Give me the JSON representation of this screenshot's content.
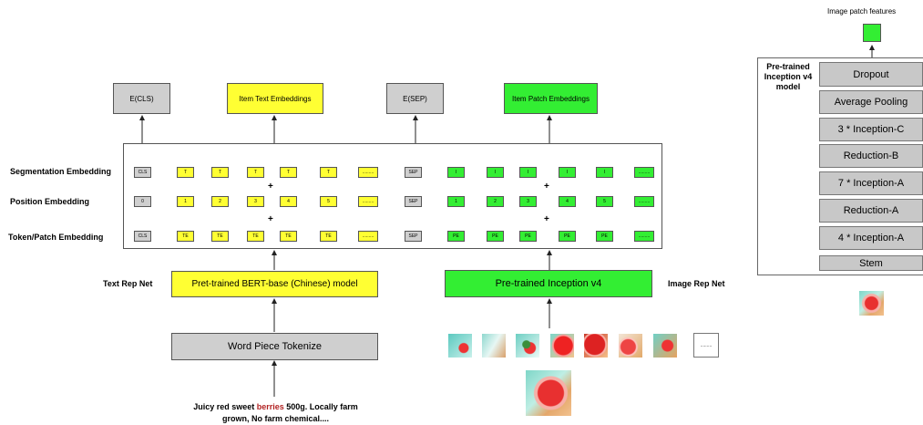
{
  "top_outputs": {
    "ecls": "E(CLS)",
    "item_text": "Item Text Embeddings",
    "esep": "E(SEP)",
    "item_patch": "Item Patch Embeddings"
  },
  "row_labels": {
    "segmentation": "Segmentation Embedding",
    "position": "Position Embedding",
    "token_patch": "Token/Patch  Embedding"
  },
  "rows": {
    "segmentation": [
      "CLS",
      "T",
      "T",
      "T",
      "T",
      "T",
      ".........",
      "SEP",
      "I",
      "I",
      "I",
      "I",
      "I",
      "........."
    ],
    "position": [
      "0",
      "1",
      "2",
      "3",
      "4",
      "5",
      ".........",
      "SEP",
      "1",
      "2",
      "3",
      "4",
      "5",
      "........."
    ],
    "token": [
      "CLS",
      "TE",
      "TE",
      "TE",
      "TE",
      "TE",
      ".........",
      "SEP",
      "PE",
      "PE",
      "PE",
      "PE",
      "PE",
      "........."
    ]
  },
  "plus_sign": "+",
  "text_rep_net": "Text Rep Net",
  "image_rep_net": "Image Rep Net",
  "bert_model": "Pret-trained BERT-base (Chinese) model",
  "inception_model": "Pre-trained Inception v4",
  "tokenizer": "Word Piece Tokenize",
  "input_text": {
    "part1": "Juicy red sweet ",
    "highlight": "berries",
    "part2": " 500g.  Locally farm",
    "line2": "grown,  No farm chemical...."
  },
  "patch_more": ".........",
  "right_panel": {
    "title": "Image patch features",
    "model_label": "Pre-trained Inception v4 model",
    "layers": [
      "Dropout",
      "Average Pooling",
      "3 * Inception-C",
      "Reduction-B",
      "7 * Inception-A",
      "Reduction-A",
      "4 * Inception-A",
      "Stem"
    ]
  },
  "colors": {
    "yellow": "#ffff33",
    "green": "#33ee33",
    "gray": "#cfcfcf",
    "highlight_red": "#b22222"
  }
}
